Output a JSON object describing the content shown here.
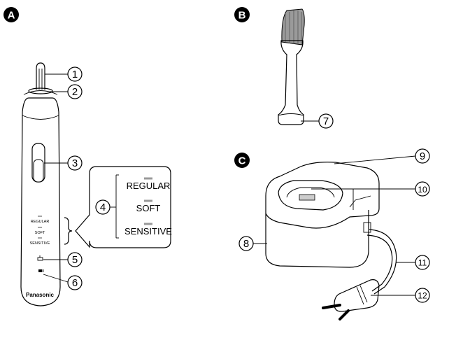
{
  "sections": {
    "a": "A",
    "b": "B",
    "c": "C"
  },
  "callouts": {
    "c1": "1",
    "c2": "2",
    "c3": "3",
    "c4": "4",
    "c5": "5",
    "c6": "6",
    "c7": "7",
    "c8": "8",
    "c9": "9",
    "c10": "10",
    "c11": "11",
    "c12": "12"
  },
  "modes": {
    "regular": "REGULAR",
    "soft": "SOFT",
    "sensitive": "SENSITIVE"
  },
  "handle_labels": {
    "regular": "REGULAR",
    "soft": "SOFT",
    "sensitive": "SENSITIVE"
  },
  "brand": "Panasonic"
}
